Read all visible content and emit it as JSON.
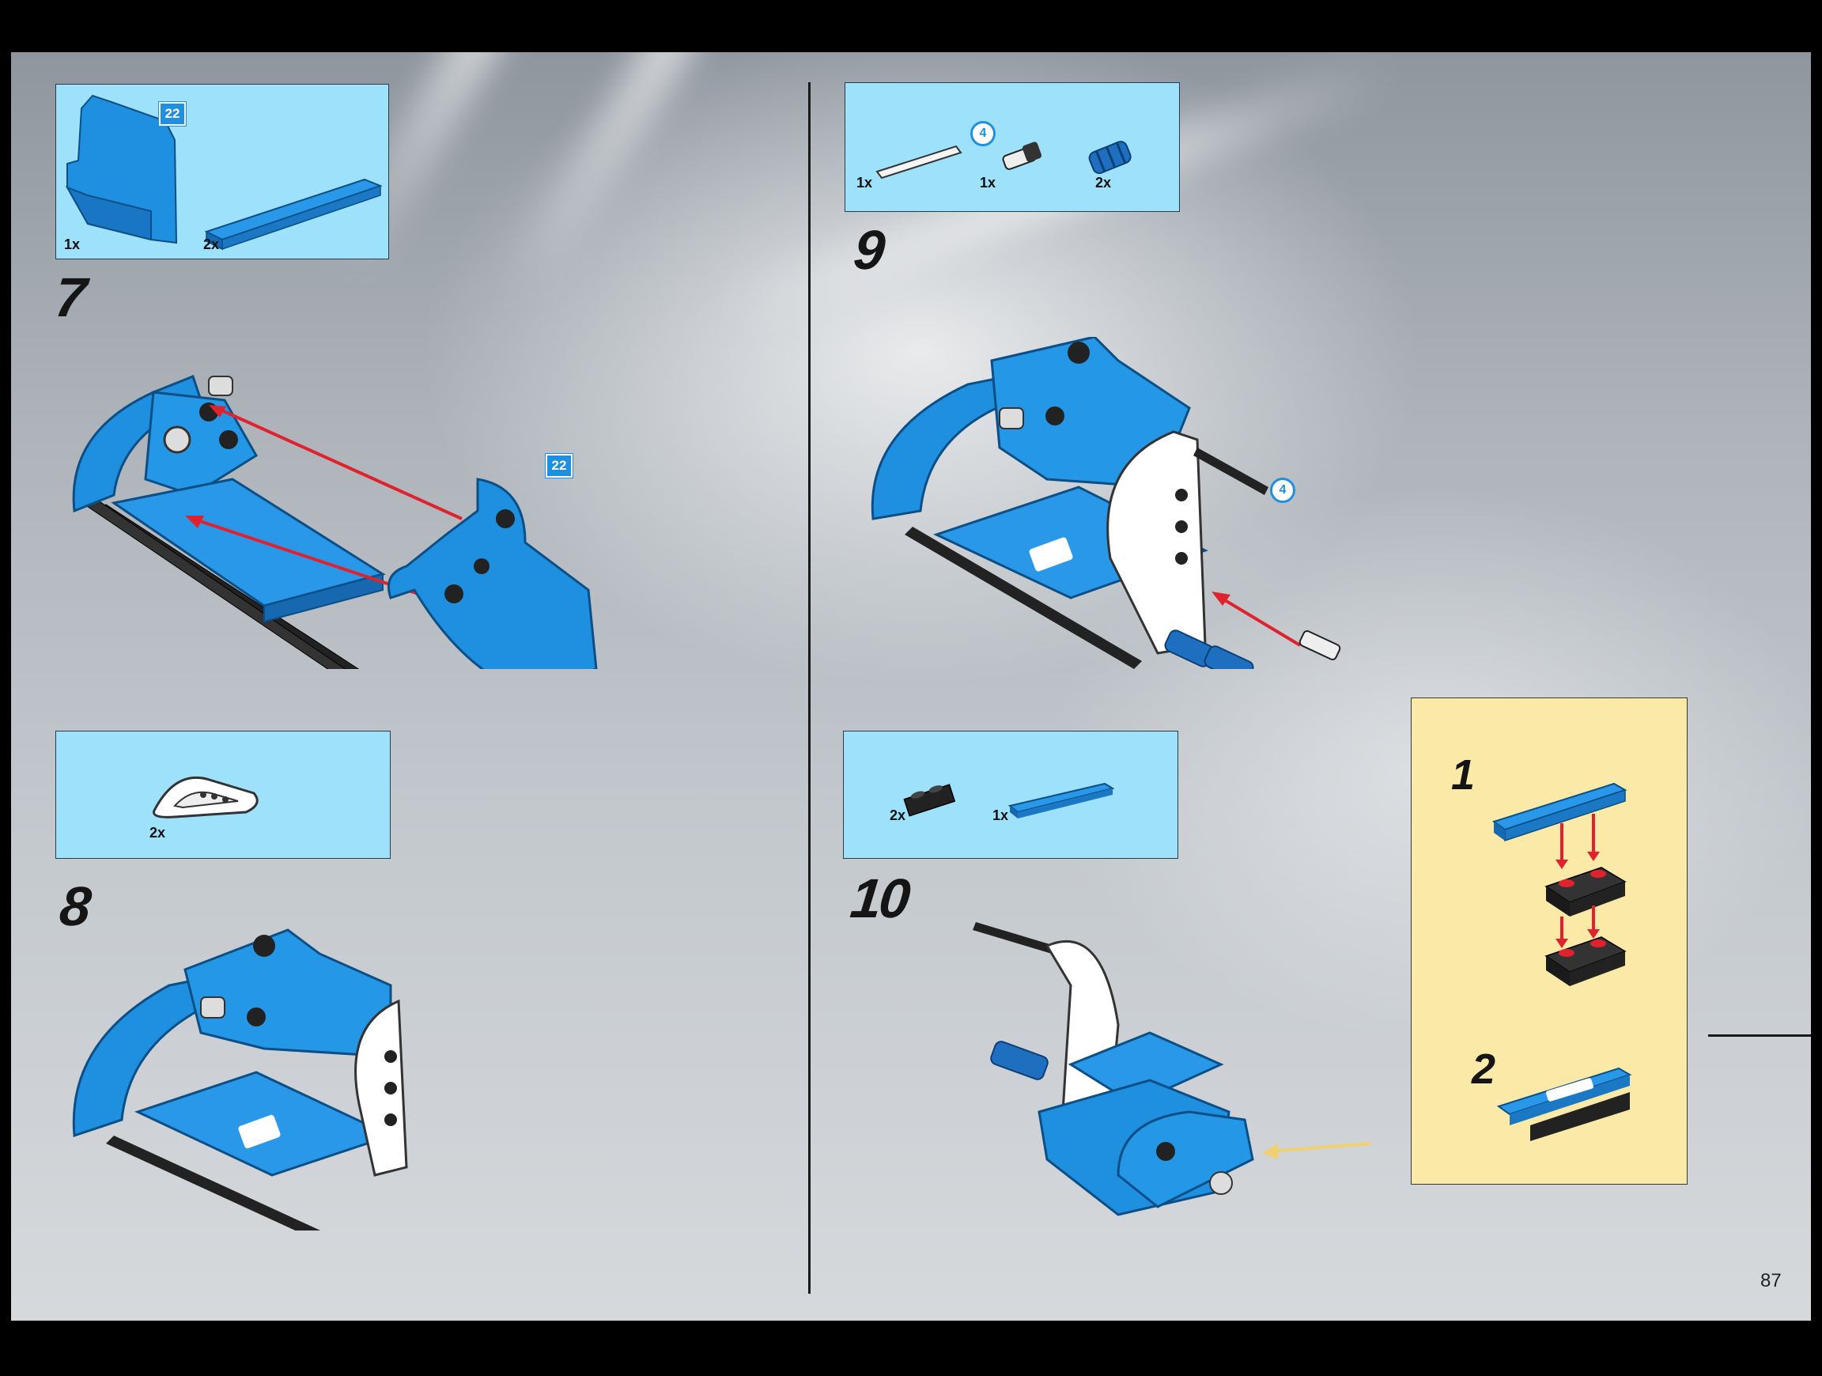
{
  "page_number": "87",
  "steps": [
    {
      "number": "7",
      "parts": [
        {
          "qty": "1x"
        },
        {
          "qty": "2x"
        }
      ],
      "ref_square": "22",
      "ref_square_model": "22"
    },
    {
      "number": "8",
      "parts": [
        {
          "qty": "2x"
        }
      ]
    },
    {
      "number": "9",
      "parts": [
        {
          "qty": "1x"
        },
        {
          "qty": "1x"
        },
        {
          "qty": "2x"
        }
      ],
      "ref_circle": "4",
      "ref_circle_model": "4"
    },
    {
      "number": "10",
      "parts": [
        {
          "qty": "2x"
        },
        {
          "qty": "1x"
        }
      ],
      "callout": {
        "sub1": "1",
        "sub2": "2"
      }
    }
  ],
  "colors": {
    "part_box": "#9ee1fb",
    "lego_blue": "#1f8fe0",
    "arrow_red": "#e0222e",
    "callout_bg": "#fbe9a8"
  }
}
